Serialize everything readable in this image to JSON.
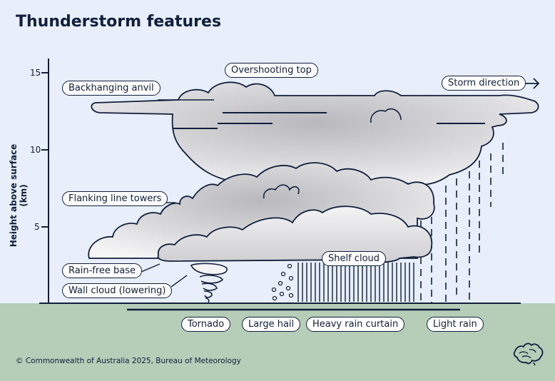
{
  "title": "Thunderstorm features",
  "y_axis": {
    "label": "Height above surface (km)",
    "ticks": [
      "15",
      "10",
      "5"
    ]
  },
  "labels": {
    "overshooting_top": "Overshooting top",
    "backhanging_anvil": "Backhanging anvil",
    "storm_direction": "Storm direction",
    "flanking_line_towers": "Flanking line towers",
    "shelf_cloud": "Shelf cloud",
    "rain_free_base": "Rain-free base",
    "wall_cloud": "Wall cloud (lowering)",
    "tornado": "Tornado",
    "large_hail": "Large hail",
    "heavy_rain_curtain": "Heavy rain curtain",
    "light_rain": "Light rain"
  },
  "copyright": "© Commonwealth of Australia 2025, Bureau of Meteorology",
  "logo_icon": "bureau-of-meteorology-logo-icon",
  "colors": {
    "background": "#e9eefb",
    "ground": "#b6cdb7",
    "ink": "#0f1f3d"
  }
}
